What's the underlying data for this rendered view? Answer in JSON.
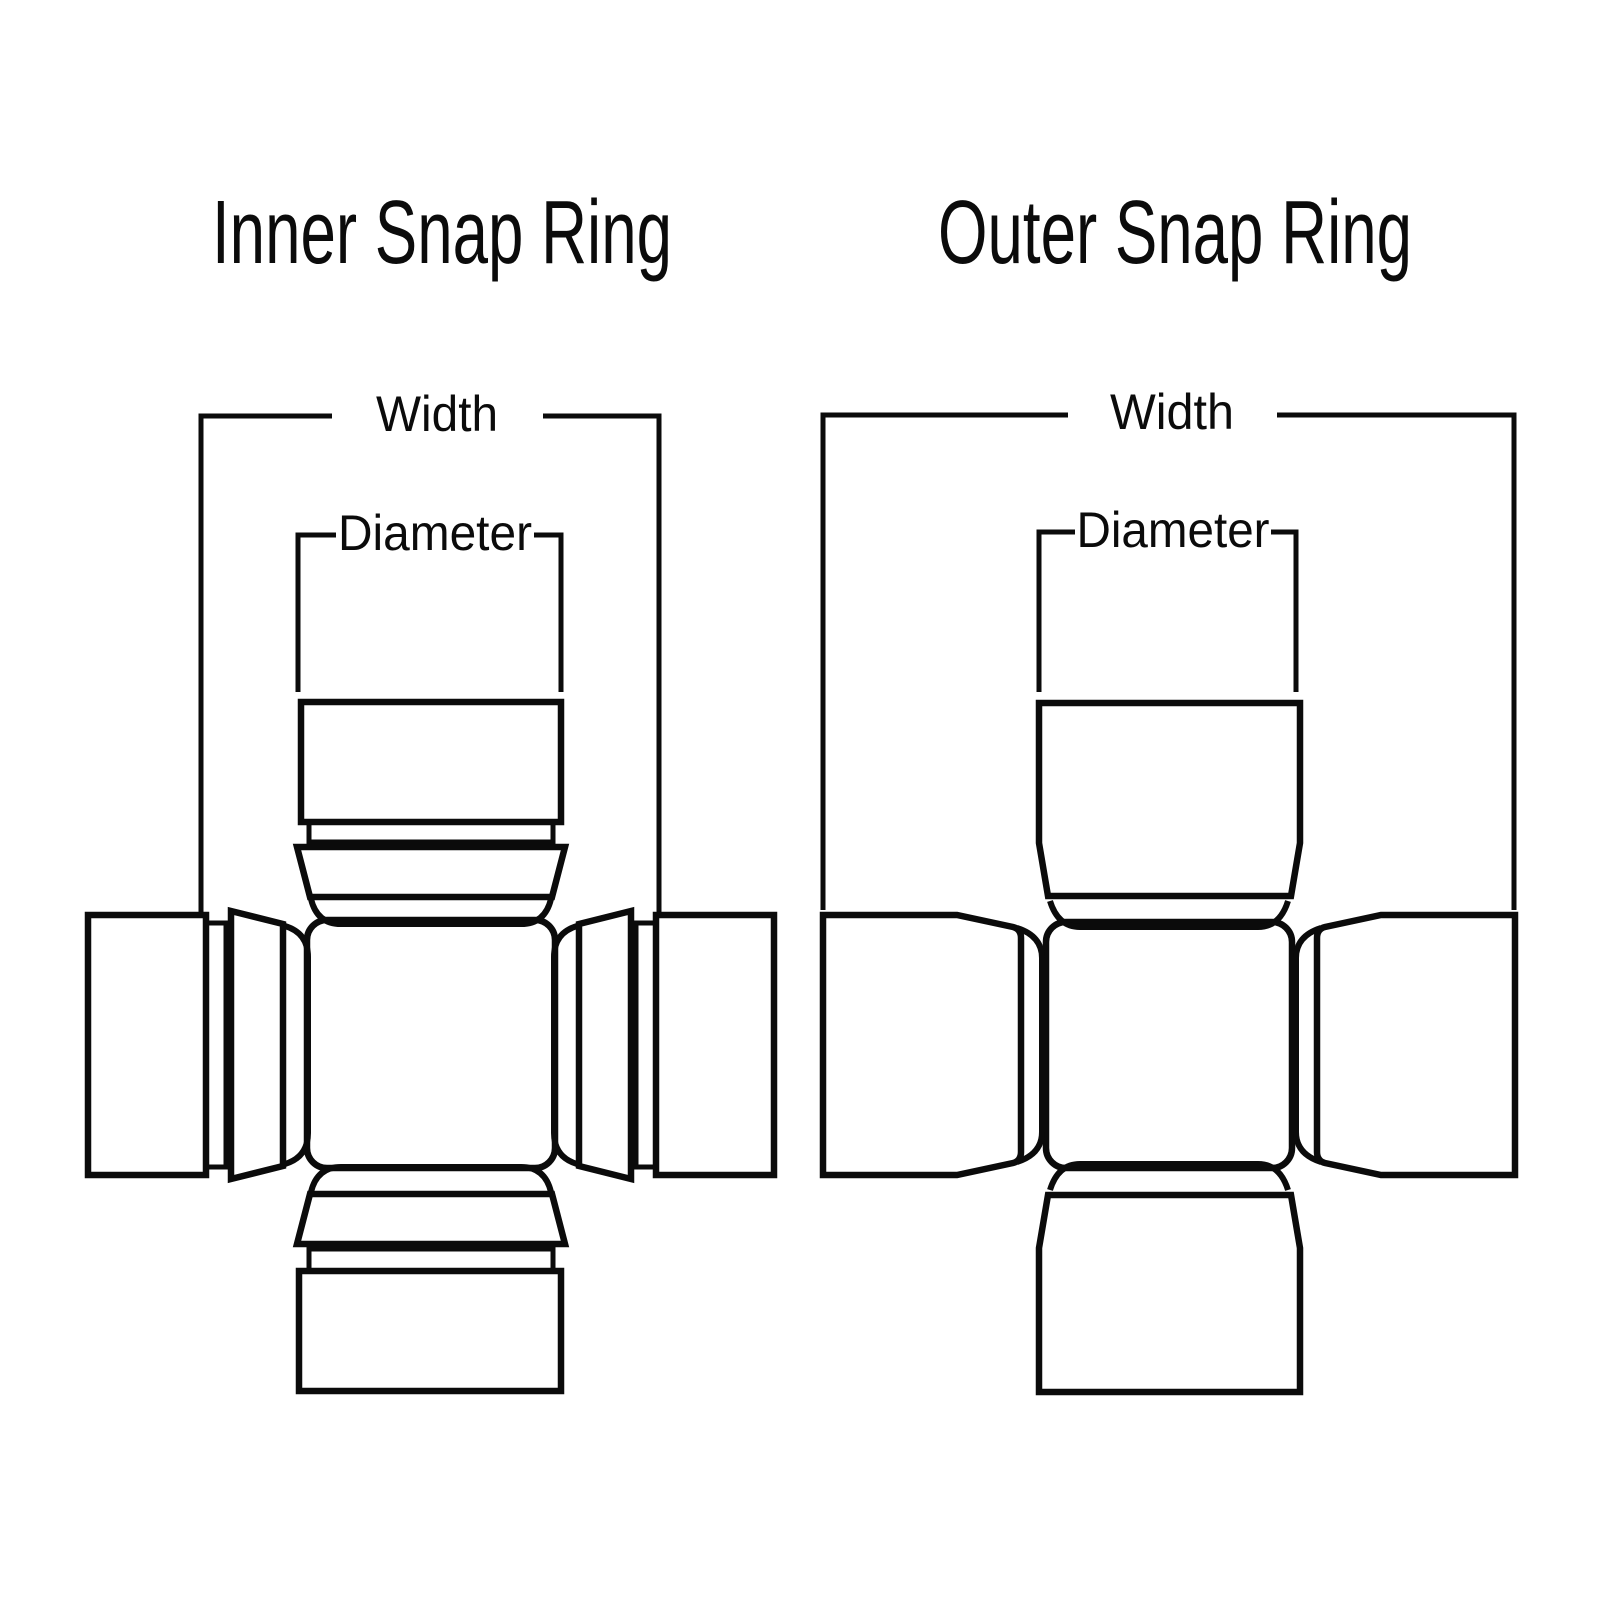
{
  "page": {
    "background": "#ffffff",
    "line_color": "#0b0b0b"
  },
  "panels": [
    {
      "id": "inner",
      "title": "Inner Snap Ring",
      "width_label": "Width",
      "diameter_label": "Diameter"
    },
    {
      "id": "outer",
      "title": "Outer Snap Ring",
      "width_label": "Width",
      "diameter_label": "Diameter"
    }
  ]
}
